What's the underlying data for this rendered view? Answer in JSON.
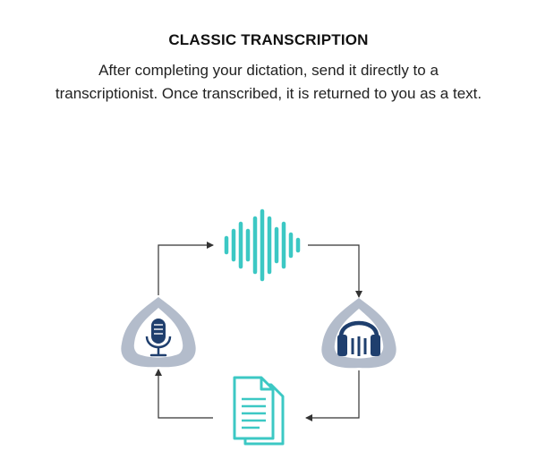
{
  "section": {
    "title": "CLASSIC TRANSCRIPTION",
    "description": "After completing your dictation, send it directly to a transcriptionist. Once transcribed, it is returned to you as a text."
  },
  "diagram": {
    "nodes": [
      {
        "id": "waveform",
        "icon": "sound-wave-icon"
      },
      {
        "id": "headphones",
        "icon": "headphones-icon"
      },
      {
        "id": "document",
        "icon": "documents-icon"
      },
      {
        "id": "microphone",
        "icon": "microphone-icon"
      }
    ],
    "flow": [
      "microphone",
      "waveform",
      "headphones",
      "document",
      "microphone"
    ],
    "colors": {
      "teal": "#3cc8c4",
      "navy": "#1f3f6e",
      "grey": "#b3bccb",
      "arrow": "#333333"
    }
  }
}
